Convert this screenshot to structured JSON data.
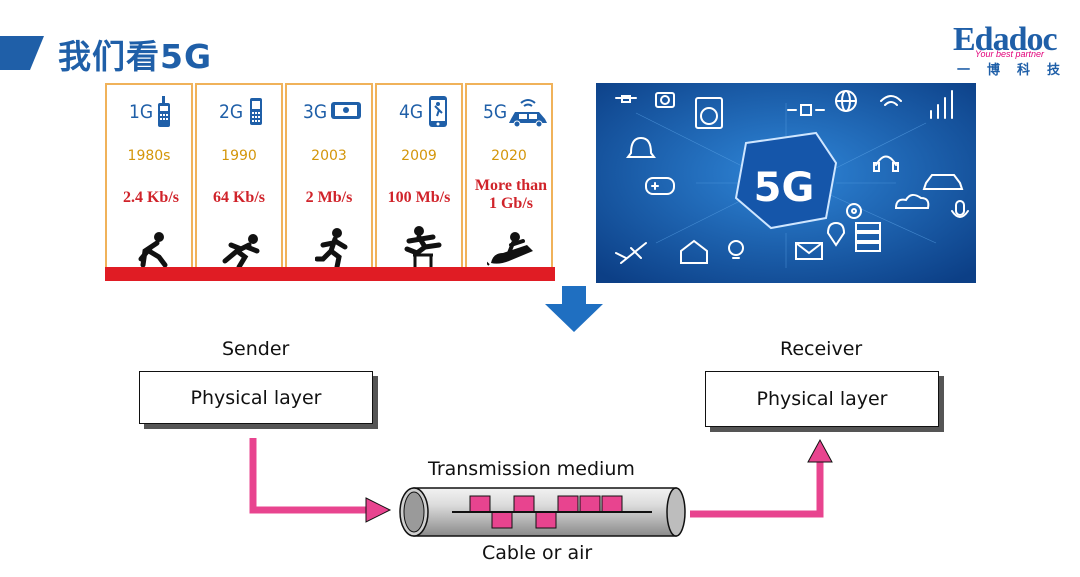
{
  "title": "我们看5G",
  "logo": {
    "brand": "Edadoc",
    "tagline": "Your best partner",
    "chinese": "一博科技"
  },
  "generations": [
    {
      "name": "1G",
      "year": "1980s",
      "speed": "2.4 Kb/s",
      "device": "brick-phone-icon",
      "figure": "crouching-runner-icon"
    },
    {
      "name": "2G",
      "year": "1990",
      "speed": "64 Kb/s",
      "device": "feature-phone-icon",
      "figure": "sprinting-runner-icon"
    },
    {
      "name": "3G",
      "year": "2003",
      "speed": "2 Mb/s",
      "device": "landscape-phone-icon",
      "figure": "running-person-icon"
    },
    {
      "name": "4G",
      "year": "2009",
      "speed": "100 Mb/s",
      "device": "smartphone-icon",
      "figure": "hurdler-icon"
    },
    {
      "name": "5G",
      "year": "2020",
      "speed": "More than 1 Gb/s",
      "device": "connected-car-icon",
      "figure": "rocket-rider-icon"
    }
  ],
  "iot_panel": {
    "center_label": "5G",
    "background_color": "#1b6cc4",
    "icons": [
      "drone-icon",
      "washing-machine-icon",
      "camera-icon",
      "wifi-icon",
      "globe-icon",
      "signal-bars-icon",
      "car-icon",
      "headphones-icon",
      "bell-icon",
      "satellite-icon",
      "gamepad-icon",
      "airplane-icon",
      "house-icon",
      "lightbulb-icon",
      "server-icon",
      "microphone-icon",
      "mail-icon",
      "cloud-icon",
      "location-pin-icon",
      "gear-icon"
    ]
  },
  "colors": {
    "title_blue": "#1f5fa8",
    "year_gold": "#d4960a",
    "speed_red": "#d0232a",
    "ground_red": "#e01c24",
    "panel_border": "#f0b25a",
    "signal_magenta": "#e8448f",
    "down_arrow": "#1f6fc1"
  },
  "diagram": {
    "sender_label": "Sender",
    "sender_box": "Physical layer",
    "receiver_label": "Receiver",
    "receiver_box": "Physical layer",
    "medium_label": "Transmission medium",
    "medium_sublabel": "Cable or air"
  }
}
